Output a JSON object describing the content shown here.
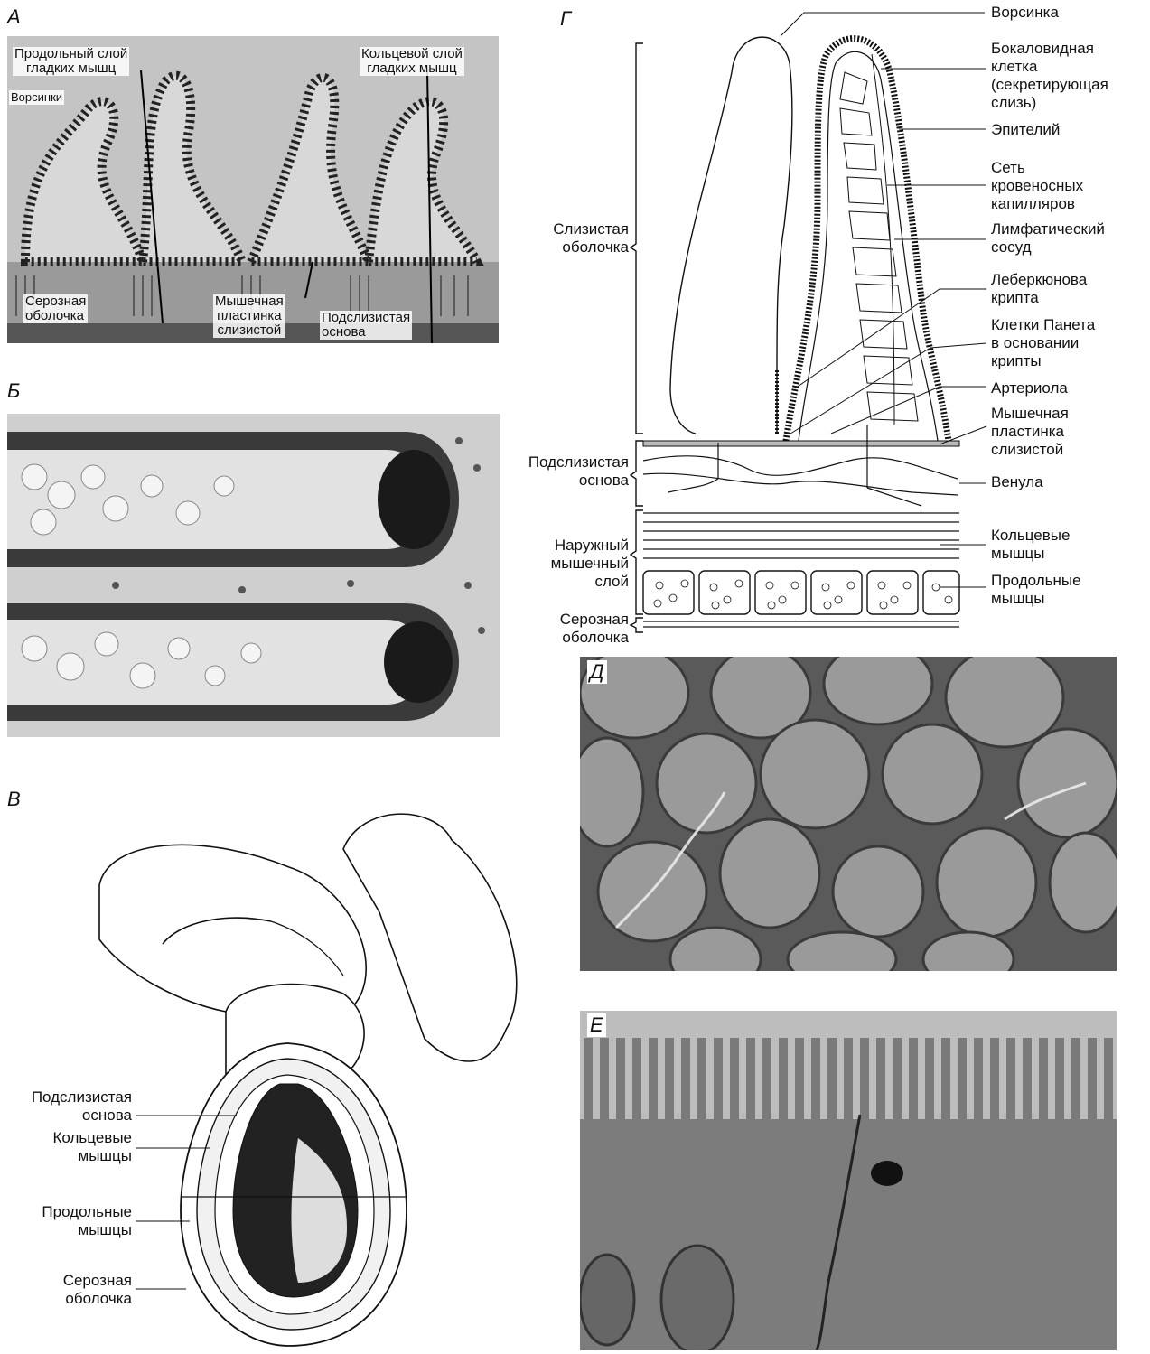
{
  "panels": {
    "a": {
      "letter": "А",
      "labels": {
        "longitudinal": "Продольный слой\nгладких мышц",
        "circular": "Кольцевой слой\nгладких мышц",
        "villi": "Ворсинки",
        "serosa": "Серозная\nоболочка",
        "muscularis_mucosae": "Мышечная\nпластинка\nслизистой",
        "submucosa": "Подслизистая\nоснова"
      }
    },
    "b": {
      "letter": "Б"
    },
    "v": {
      "letter": "В",
      "labels": {
        "submucosa": "Подслизистая\nоснова",
        "circular": "Кольцевые\nмышцы",
        "longitudinal": "Продольные\nмышцы",
        "serosa": "Серозная\nоболочка"
      }
    },
    "g": {
      "letter": "Г",
      "labels": {
        "villus": "Ворсинка",
        "goblet": "Бокаловидная\nклетка\n(секретирующая\nслизь)",
        "epithelium": "Эпителий",
        "capillaries": "Сеть\nкровеносных\nкапилляров",
        "lymph": "Лимфатический\nсосуд",
        "crypt": "Леберкюнова\nкрипта",
        "paneth": "Клетки Панета\nв основании\nкрипты",
        "arteriole": "Артериола",
        "muscularis_mucosae": "Мышечная\nпластинка\nслизистой",
        "venule": "Венула",
        "circular": "Кольцевые\nмышцы",
        "longitudinal": "Продольные\nмышцы",
        "mucosa": "Слизистая\nоболочка",
        "submucosa": "Подслизистая\nоснова",
        "outer_muscle": "Наружный\nмышечный\nслой",
        "serosa": "Серозная\nоболочка"
      }
    },
    "d": {
      "letter": "Д"
    },
    "e": {
      "letter": "Е"
    }
  }
}
